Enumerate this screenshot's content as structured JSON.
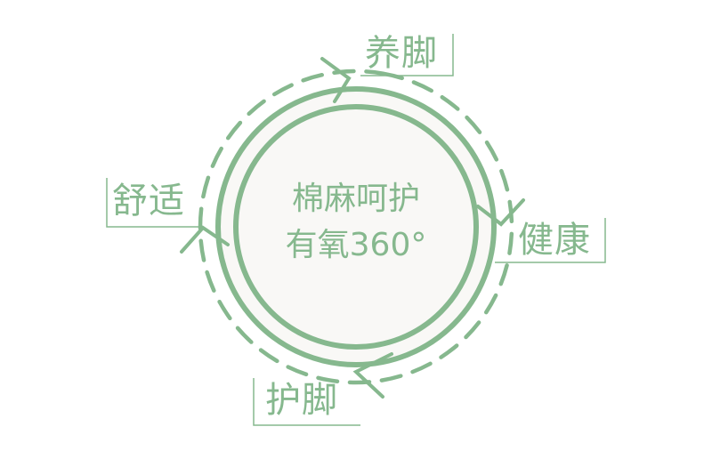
{
  "diagram": {
    "type": "cycle",
    "colors": {
      "accent": "#86b88e",
      "inner_fill": "#f9f8f6",
      "background": "#ffffff"
    },
    "center": {
      "line1": "棉麻呵护",
      "line2": "有氧360°"
    },
    "cycle_labels": [
      {
        "id": "top",
        "text": "养脚"
      },
      {
        "id": "right",
        "text": "健康"
      },
      {
        "id": "bottom",
        "text": "护脚"
      },
      {
        "id": "left",
        "text": "舒适"
      }
    ]
  }
}
